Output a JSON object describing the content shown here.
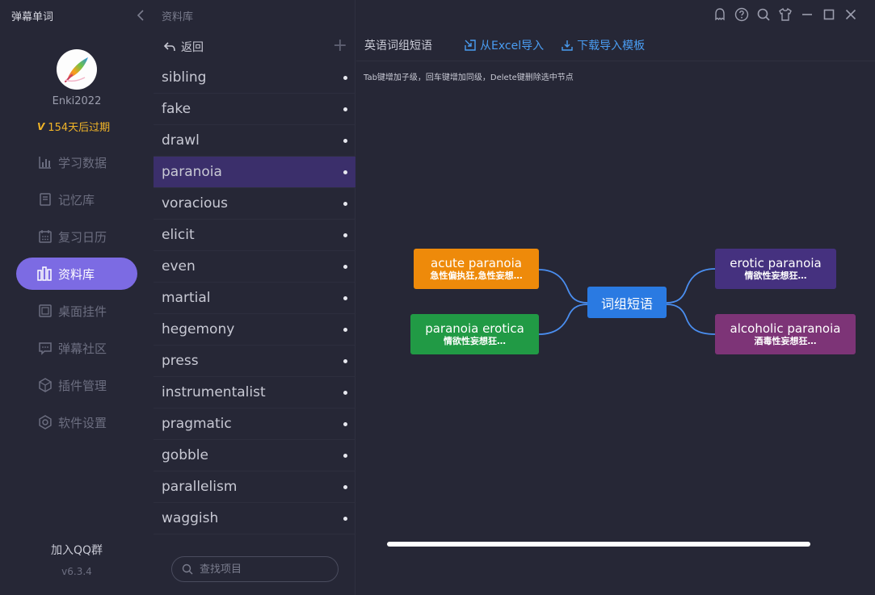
{
  "app": {
    "title": "弹幕单词",
    "version": "v6.3.4"
  },
  "user": {
    "name": "Enki2022",
    "vip_mark": "V",
    "vip_status": "154天后过期"
  },
  "nav": [
    {
      "label": "学习数据",
      "icon": "bar-chart-icon"
    },
    {
      "label": "记忆库",
      "icon": "notebook-icon"
    },
    {
      "label": "复习日历",
      "icon": "calendar-icon"
    },
    {
      "label": "资料库",
      "icon": "library-icon",
      "active": true
    },
    {
      "label": "桌面挂件",
      "icon": "widget-icon"
    },
    {
      "label": "弹幕社区",
      "icon": "chat-icon"
    },
    {
      "label": "插件管理",
      "icon": "plugin-cube-icon"
    },
    {
      "label": "软件设置",
      "icon": "gear-icon"
    }
  ],
  "footer": {
    "qq_group": "加入QQ群"
  },
  "list": {
    "breadcrumb": "资料库",
    "back_label": "返回",
    "add_label": "+",
    "selected": "paranoia",
    "items": [
      "sibling",
      "fake",
      "drawl",
      "paranoia",
      "voracious",
      "elicit",
      "even",
      "martial",
      "hegemony",
      "press",
      "instrumentalist",
      "pragmatic",
      "gobble",
      "parallelism",
      "waggish"
    ],
    "search_placeholder": "查找项目"
  },
  "toolbar": {
    "title": "英语词组短语",
    "import_label": "从Excel导入",
    "download_label": "下载导入模板"
  },
  "hint": "Tab键增加子级，回车键增加同级，Delete键删除选中节点",
  "mindmap": {
    "root": "词组短语",
    "children": [
      {
        "title": "acute paranoia",
        "sub": "急性偏执狂,急性妄想…",
        "color": "#ee8a0a"
      },
      {
        "title": "paranoia erotica",
        "sub": "情欲性妄想狂…",
        "color": "#219a45"
      },
      {
        "title": "erotic paranoia",
        "sub": "情欲性妄想狂…",
        "color": "#45317f"
      },
      {
        "title": "alcoholic paranoia",
        "sub": "酒毒性妄想狂…",
        "color": "#7d3477"
      }
    ]
  },
  "colors": {
    "accent": "#7c6be3",
    "link": "#4a9df2",
    "root_node": "#2a7ae2",
    "vip": "#f0b428"
  }
}
